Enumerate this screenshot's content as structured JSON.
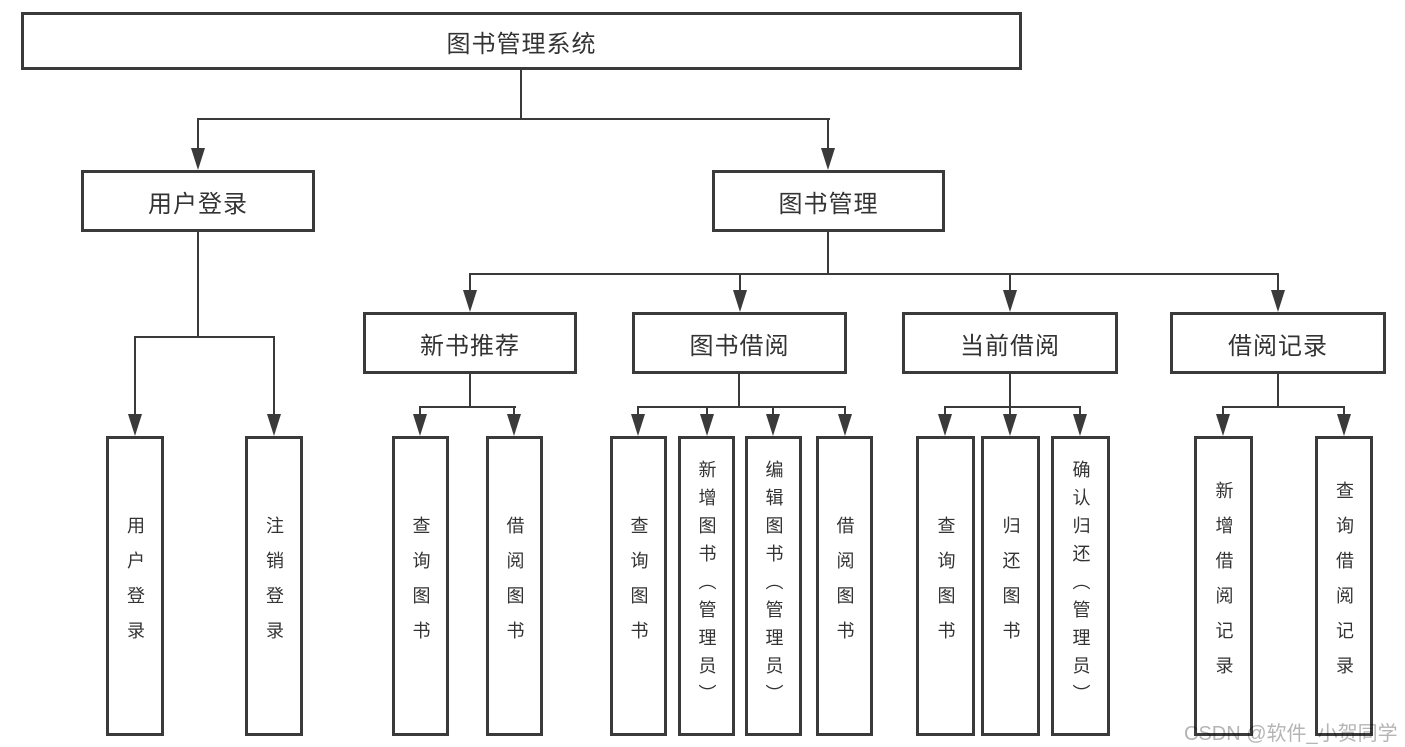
{
  "root": {
    "label": "图书管理系统"
  },
  "level2": [
    {
      "label": "用户登录"
    },
    {
      "label": "图书管理"
    }
  ],
  "level3": [
    {
      "label": "新书推荐"
    },
    {
      "label": "图书借阅"
    },
    {
      "label": "当前借阅"
    },
    {
      "label": "借阅记录"
    }
  ],
  "leaves": {
    "user_login": [
      "用户登录",
      "注销登录"
    ],
    "new_book_recommend": [
      "查询图书",
      "借阅图书"
    ],
    "book_borrow": [
      "查询图书",
      "新增图书（管理员）",
      "编辑图书（管理员）",
      "借阅图书"
    ],
    "current_borrow": [
      "查询图书",
      "归还图书",
      "确认归还（管理员）"
    ],
    "borrow_records": [
      "新增借阅记录",
      "查询借阅记录"
    ]
  },
  "watermark": {
    "text": "CSDN @软件_小贺同学"
  },
  "colors": {
    "line": "#3a3a3a",
    "text": "#333333",
    "box_background": "#ffffff",
    "watermark": "#b5b5b5",
    "page_background": "#ffffff"
  }
}
